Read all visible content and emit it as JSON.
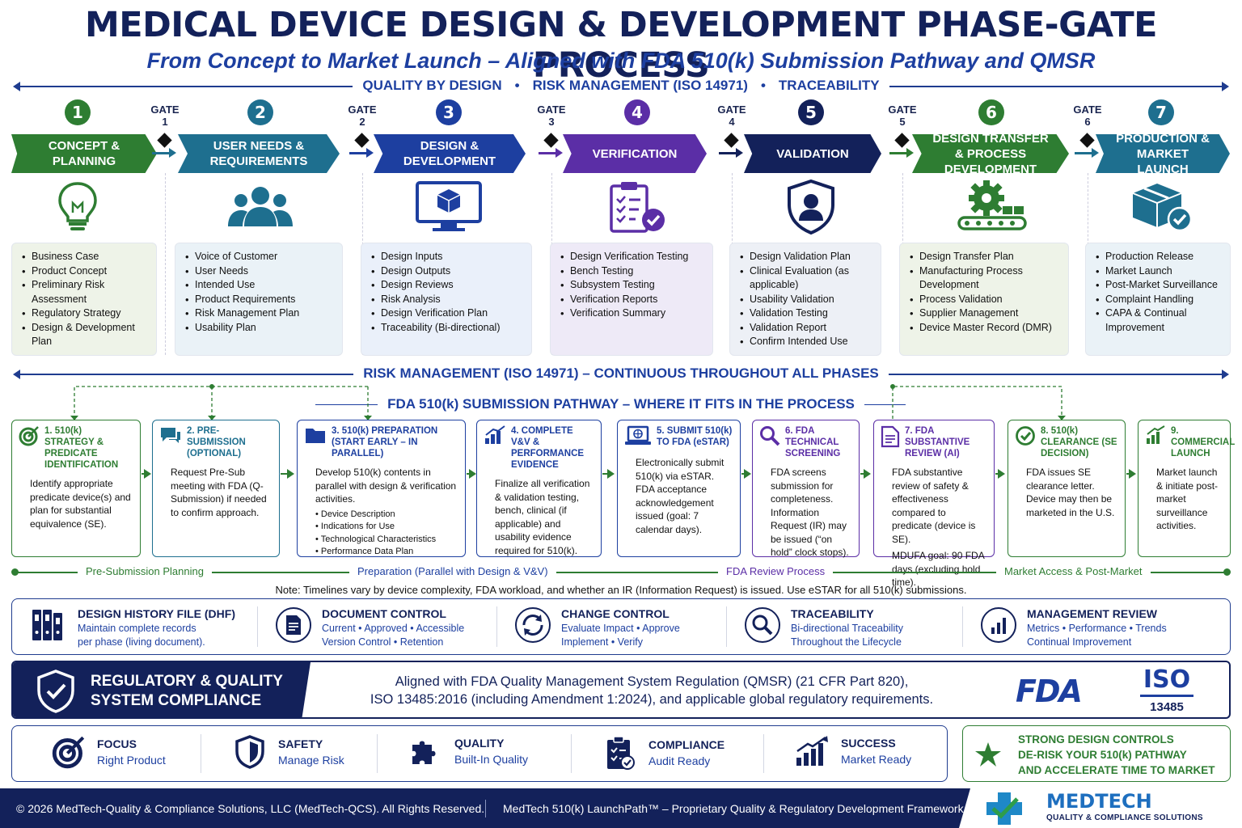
{
  "header": {
    "title": "MEDICAL DEVICE DESIGN & DEVELOPMENT PHASE-GATE PROCESS",
    "subtitle": "From Concept to Market Launch – Aligned with FDA 510(k) Submission Pathway and QMSR",
    "principles": [
      "QUALITY BY DESIGN",
      "RISK MANAGEMENT (ISO 14971)",
      "TRACEABILITY"
    ],
    "separator": "•"
  },
  "colors": {
    "navy": "#13215a",
    "green": "#2e7d32",
    "teal": "#1e6f8f",
    "blue": "#1d3fa0",
    "purple": "#5b2ea6",
    "darknavy": "#13215a"
  },
  "gates": [
    {
      "label": "GATE",
      "number": "1"
    },
    {
      "label": "GATE",
      "number": "2"
    },
    {
      "label": "GATE",
      "number": "3"
    },
    {
      "label": "GATE",
      "number": "4"
    },
    {
      "label": "GATE",
      "number": "5"
    },
    {
      "label": "GATE",
      "number": "6"
    }
  ],
  "phases": [
    {
      "number": "1",
      "title": "CONCEPT & PLANNING",
      "icon": "lightbulb-icon",
      "color": "#2e7d32",
      "card_bg": "#eef3e8",
      "items": [
        "Business Case",
        "Product Concept",
        "Preliminary Risk Assessment",
        "Regulatory Strategy",
        "Design & Development Plan"
      ]
    },
    {
      "number": "2",
      "title": "USER NEEDS & REQUIREMENTS",
      "icon": "users-icon",
      "color": "#1e6f8f",
      "card_bg": "#eaf2f7",
      "items": [
        "Voice of Customer",
        "User Needs",
        "Intended Use",
        "Product Requirements",
        "Risk Management Plan",
        "Usability Plan"
      ]
    },
    {
      "number": "3",
      "title": "DESIGN & DEVELOPMENT",
      "icon": "monitor-cube-icon",
      "color": "#1d3fa0",
      "card_bg": "#eaf0fa",
      "items": [
        "Design Inputs",
        "Design Outputs",
        "Design Reviews",
        "Risk Analysis",
        "Design Verification Plan",
        "Traceability (Bi-directional)"
      ]
    },
    {
      "number": "4",
      "title": "VERIFICATION",
      "icon": "clipboard-check-icon",
      "color": "#5b2ea6",
      "card_bg": "#eeeaf7",
      "items": [
        "Design Verification Testing",
        "Bench Testing",
        "Subsystem Testing",
        "Verification Reports",
        "Verification Summary"
      ]
    },
    {
      "number": "5",
      "title": "VALIDATION",
      "icon": "shield-user-icon",
      "color": "#13215a",
      "card_bg": "#edf0f6",
      "items": [
        "Design Validation Plan",
        "Clinical Evaluation (as applicable)",
        "Usability Validation",
        "Validation Testing",
        "Validation Report",
        "Confirm Intended Use"
      ]
    },
    {
      "number": "6",
      "title": "DESIGN TRANSFER & PROCESS DEVELOPMENT",
      "icon": "gear-conveyor-icon",
      "color": "#2e7d32",
      "card_bg": "#eef3e8",
      "items": [
        "Design Transfer Plan",
        "Manufacturing Process Development",
        "Process Validation",
        "Supplier Management",
        "Device Master Record (DMR)"
      ]
    },
    {
      "number": "7",
      "title": "PRODUCTION & MARKET LAUNCH",
      "icon": "box-check-icon",
      "color": "#1e6f8f",
      "card_bg": "#eaf2f7",
      "items": [
        "Production Release",
        "Market Launch",
        "Post-Market Surveillance",
        "Complaint Handling",
        "CAPA & Continual Improvement"
      ]
    }
  ],
  "risk_banner": "RISK MANAGEMENT (ISO 14971) – CONTINUOUS THROUGHOUT ALL PHASES",
  "pathway": {
    "title": "FDA 510(k) SUBMISSION PATHWAY – WHERE IT FITS IN THE PROCESS",
    "steps": [
      {
        "title": "1. 510(k) STRATEGY & PREDICATE IDENTIFICATION",
        "icon": "target-icon",
        "color": "#2e7d32",
        "body": "Identify appropriate predicate device(s) and plan for substantial equivalence (SE).",
        "bullets": []
      },
      {
        "title": "2. PRE-SUBMISSION (OPTIONAL)",
        "icon": "chat-bubbles-icon",
        "color": "#1e6f8f",
        "body": "Request Pre-Sub meeting with FDA (Q-Submission) if needed to confirm approach.",
        "bullets": []
      },
      {
        "title": "3. 510(k) PREPARATION (START EARLY – IN PARALLEL)",
        "icon": "folder-icon",
        "color": "#1d3fa0",
        "body": "Develop 510(k) contents in parallel with design & verification activities.",
        "bullets": [
          "Device Description",
          "Indications for Use",
          "Technological Characteristics",
          "Performance Data Plan"
        ]
      },
      {
        "title": "4. COMPLETE V&V & PERFORMANCE EVIDENCE",
        "icon": "bar-chart-icon",
        "color": "#1d3fa0",
        "body": "Finalize all verification & validation testing, bench, clinical (if applicable) and usability evidence required for 510(k).",
        "bullets": []
      },
      {
        "title": "5. SUBMIT 510(k) TO FDA (eSTAR)",
        "icon": "laptop-globe-icon",
        "color": "#1d3fa0",
        "body": "Electronically submit 510(k) via eSTAR. FDA acceptance acknowledgement issued (goal: 7 calendar days).",
        "bullets": []
      },
      {
        "title": "6. FDA TECHNICAL SCREENING",
        "icon": "magnifier-icon",
        "color": "#5b2ea6",
        "body": "FDA screens submission for completeness. Information Request (IR) may be issued (“on hold” clock stops).",
        "bullets": []
      },
      {
        "title": "7. FDA SUBSTANTIVE REVIEW (AI)",
        "icon": "document-icon",
        "color": "#5b2ea6",
        "body": "FDA substantive review of safety & effectiveness compared to predicate (device is SE).",
        "body2": "MDUFA goal: 90 FDA days (excluding hold time).",
        "bullets": []
      },
      {
        "title": "8. 510(k) CLEARANCE (SE DECISION)",
        "icon": "check-circle-icon",
        "color": "#2e7d32",
        "body": "FDA issues SE clearance letter. Device may then be marketed in the U.S.",
        "bullets": []
      },
      {
        "title": "9. COMMERCIAL LAUNCH",
        "icon": "growth-bars-icon",
        "color": "#2e7d32",
        "body": "Market launch & initiate post-market surveillance activities.",
        "bullets": []
      }
    ],
    "phase_labels": [
      "Pre-Submission Planning",
      "Preparation (Parallel with Design & V&V)",
      "FDA Review Process",
      "Market Access & Post-Market"
    ],
    "note": "Note: Timelines vary by device complexity, FDA workload, and whether an IR (Information Request) is issued. Use eSTAR for all 510(k) submissions."
  },
  "tools": [
    {
      "icon": "binders-icon",
      "title": "DESIGN HISTORY FILE (DHF)",
      "line1": "Maintain complete records",
      "line2": "per phase (living document)."
    },
    {
      "icon": "document-control-icon",
      "title": "DOCUMENT CONTROL",
      "line1": "Current • Approved • Accessible",
      "line2": "Version Control • Retention"
    },
    {
      "icon": "refresh-icon",
      "title": "CHANGE CONTROL",
      "line1": "Evaluate Impact • Approve",
      "line2": "Implement • Verify"
    },
    {
      "icon": "search-icon",
      "title": "TRACEABILITY",
      "line1": "Bi-directional Traceability",
      "line2": "Throughout the Lifecycle"
    },
    {
      "icon": "chart-icon",
      "title": "MANAGEMENT REVIEW",
      "line1": "Metrics • Performance • Trends",
      "line2": "Continual Improvement"
    }
  ],
  "compliance": {
    "left_line1": "REGULATORY & QUALITY",
    "left_line2": "SYSTEM COMPLIANCE",
    "text_line1": "Aligned with FDA Quality Management System Regulation (QMSR) (21 CFR Part 820),",
    "text_line2": "ISO 13485:2016 (including Amendment 1:2024), and applicable global regulatory requirements.",
    "fda_logo": "FDA",
    "iso_logo": "ISO",
    "iso_number": "13485"
  },
  "values": [
    {
      "icon": "target-icon",
      "title": "FOCUS",
      "sub": "Right Product"
    },
    {
      "icon": "shield-icon",
      "title": "SAFETY",
      "sub": "Manage Risk"
    },
    {
      "icon": "puzzle-icon",
      "title": "QUALITY",
      "sub": "Built-In Quality"
    },
    {
      "icon": "clipboard-icon",
      "title": "COMPLIANCE",
      "sub": "Audit Ready"
    },
    {
      "icon": "growth-icon",
      "title": "SUCCESS",
      "sub": "Market Ready"
    }
  ],
  "callout": {
    "line1": "STRONG DESIGN CONTROLS",
    "line2": "DE-RISK YOUR 510(k) PATHWAY",
    "line3": "AND ACCELERATE TIME TO MARKET"
  },
  "footer": {
    "copyright": "© 2026 MedTech-Quality & Compliance Solutions, LLC (MedTech-QCS). All Rights Reserved.",
    "framework": "MedTech 510(k) LaunchPath™ – Proprietary Quality & Regulatory Development Framework",
    "brand": "MEDTECH",
    "brand_sub": "QUALITY & COMPLIANCE SOLUTIONS"
  }
}
